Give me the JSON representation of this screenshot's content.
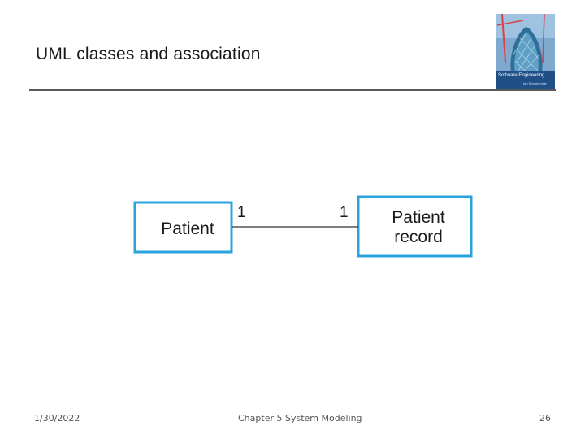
{
  "slide": {
    "title": "UML classes and association"
  },
  "book_cover": {
    "title": "Software Engineering",
    "subtitle": "Ian Sommerville",
    "colors": {
      "sky": "#7fa9cf",
      "building": "#2e6f9a",
      "glass": "#5f9fc4",
      "band": "#1f4f86",
      "crane": "#d8424a"
    }
  },
  "diagram": {
    "box_color": "#29a3dd",
    "classes": [
      {
        "id": "patient",
        "lines": [
          "Patient"
        ]
      },
      {
        "id": "patient-record",
        "lines": [
          "Patient",
          "record"
        ]
      }
    ],
    "association": {
      "from": "patient",
      "to": "patient-record",
      "multiplicity_from": "1",
      "multiplicity_to": "1"
    }
  },
  "footer": {
    "date": "1/30/2022",
    "chapter": "Chapter 5 System Modeling",
    "page": "26"
  }
}
